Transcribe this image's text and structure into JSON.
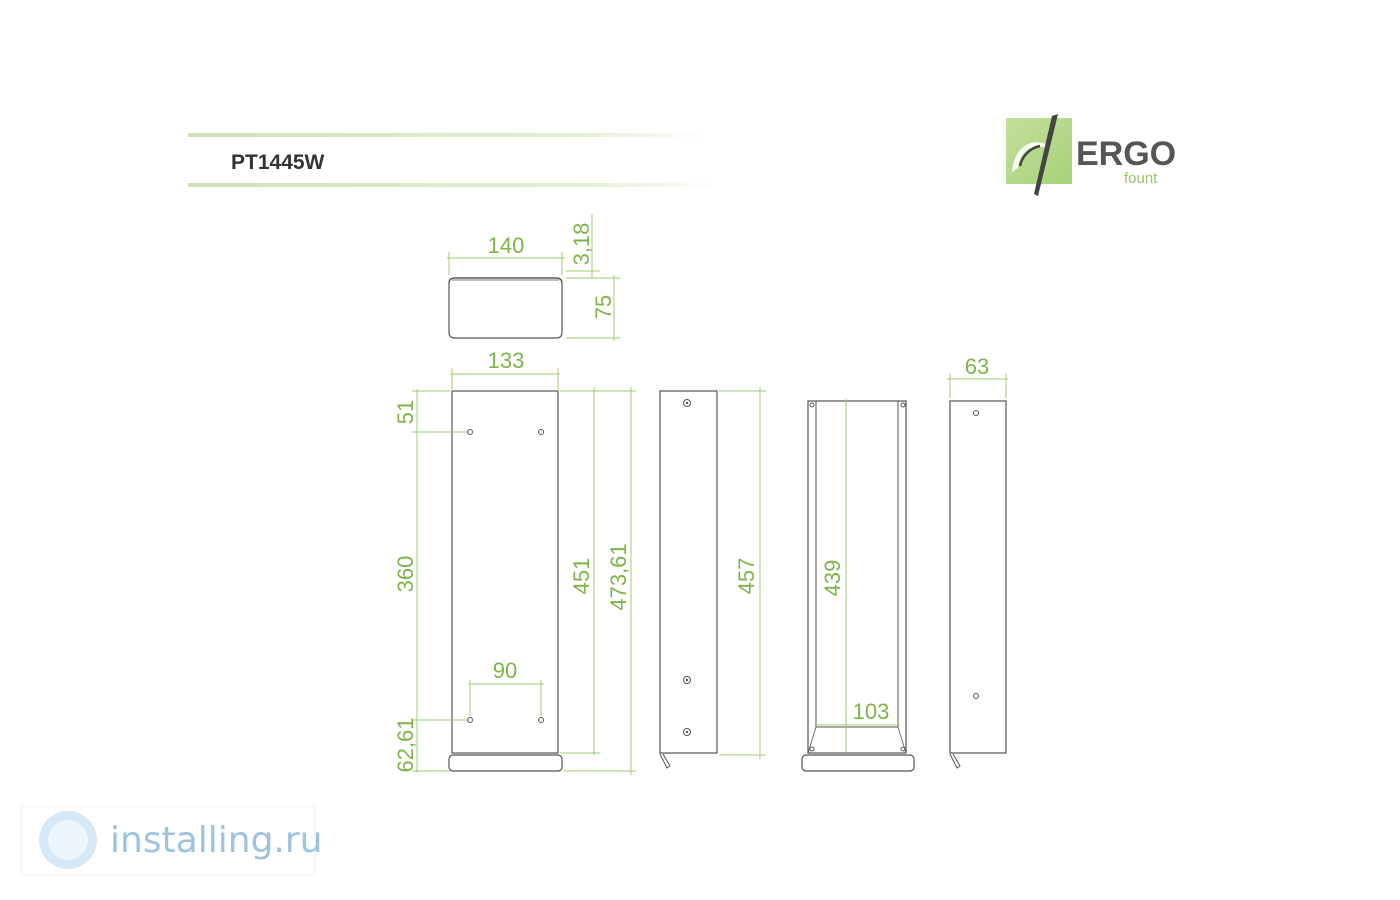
{
  "title": "PT1445W",
  "brand": {
    "name": "ERGO",
    "sub": "fount",
    "accent": "#a6d17a"
  },
  "watermark": "installing.ru",
  "dimension_color": "#7db547",
  "dimensions": {
    "top_width": "140",
    "top_thickness": "3,18",
    "top_depth": "75",
    "front_width": "133",
    "hole_top_offset": "51",
    "hole_vertical_spacing": "360",
    "hole_horizontal_spacing": "90",
    "hole_bottom_offset": "62,61",
    "body_height": "451",
    "total_height": "473,61",
    "side_height": "457",
    "rear_inner_height": "439",
    "rear_inner_width": "103",
    "side_depth": "63"
  }
}
